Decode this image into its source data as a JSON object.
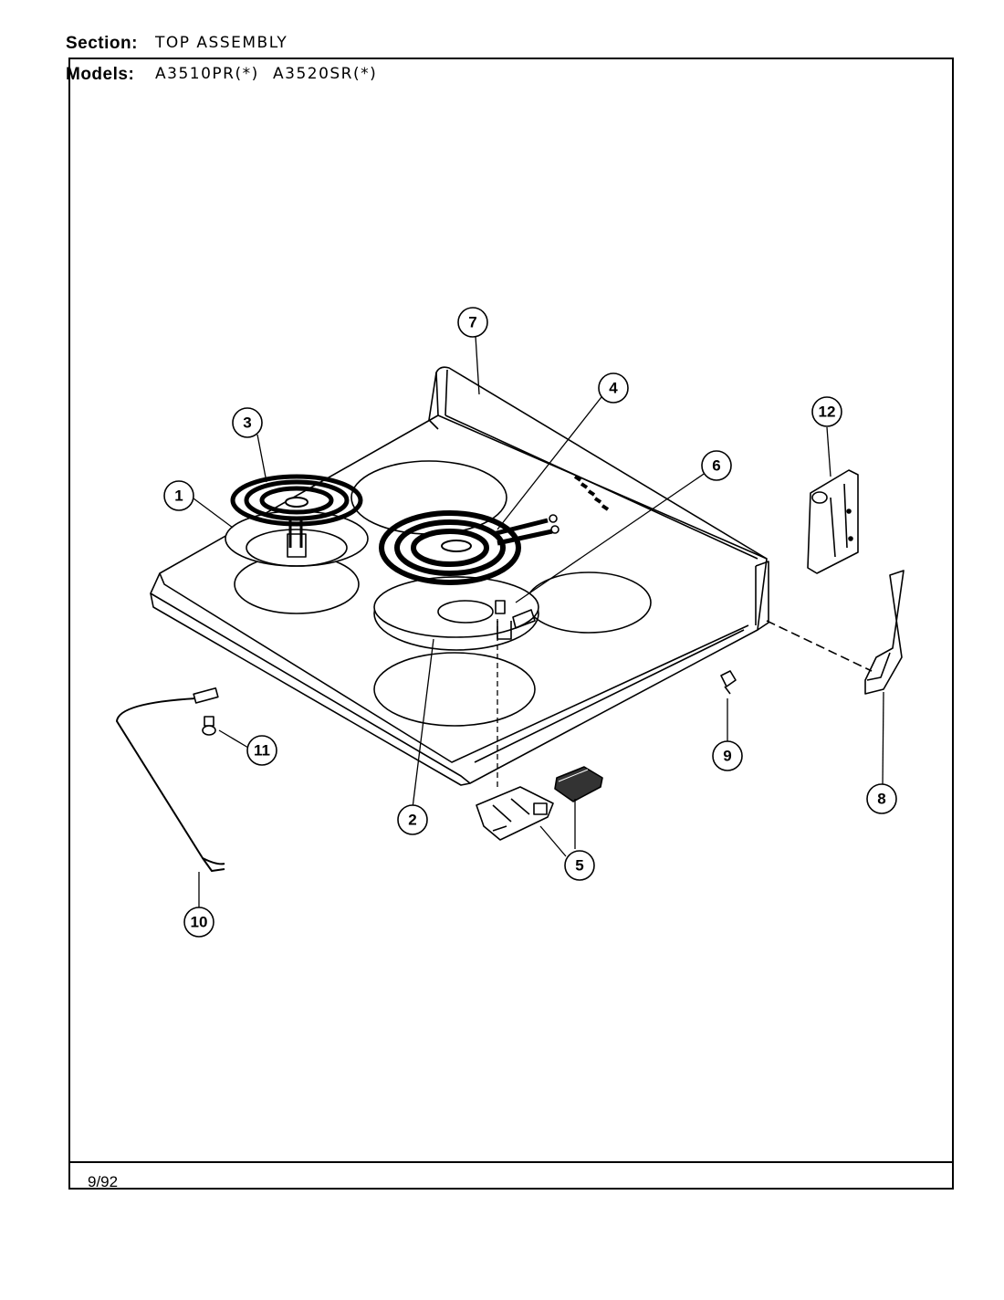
{
  "header": {
    "section_label": "Section:",
    "section_value": "TOP ASSEMBLY",
    "models_label": "Models:",
    "models": [
      "A3510PR(*)",
      "A3520SR(*)"
    ]
  },
  "footer": {
    "date": "9/92"
  },
  "callouts": [
    "1",
    "2",
    "3",
    "4",
    "5",
    "6",
    "7",
    "8",
    "9",
    "10",
    "11",
    "12"
  ]
}
